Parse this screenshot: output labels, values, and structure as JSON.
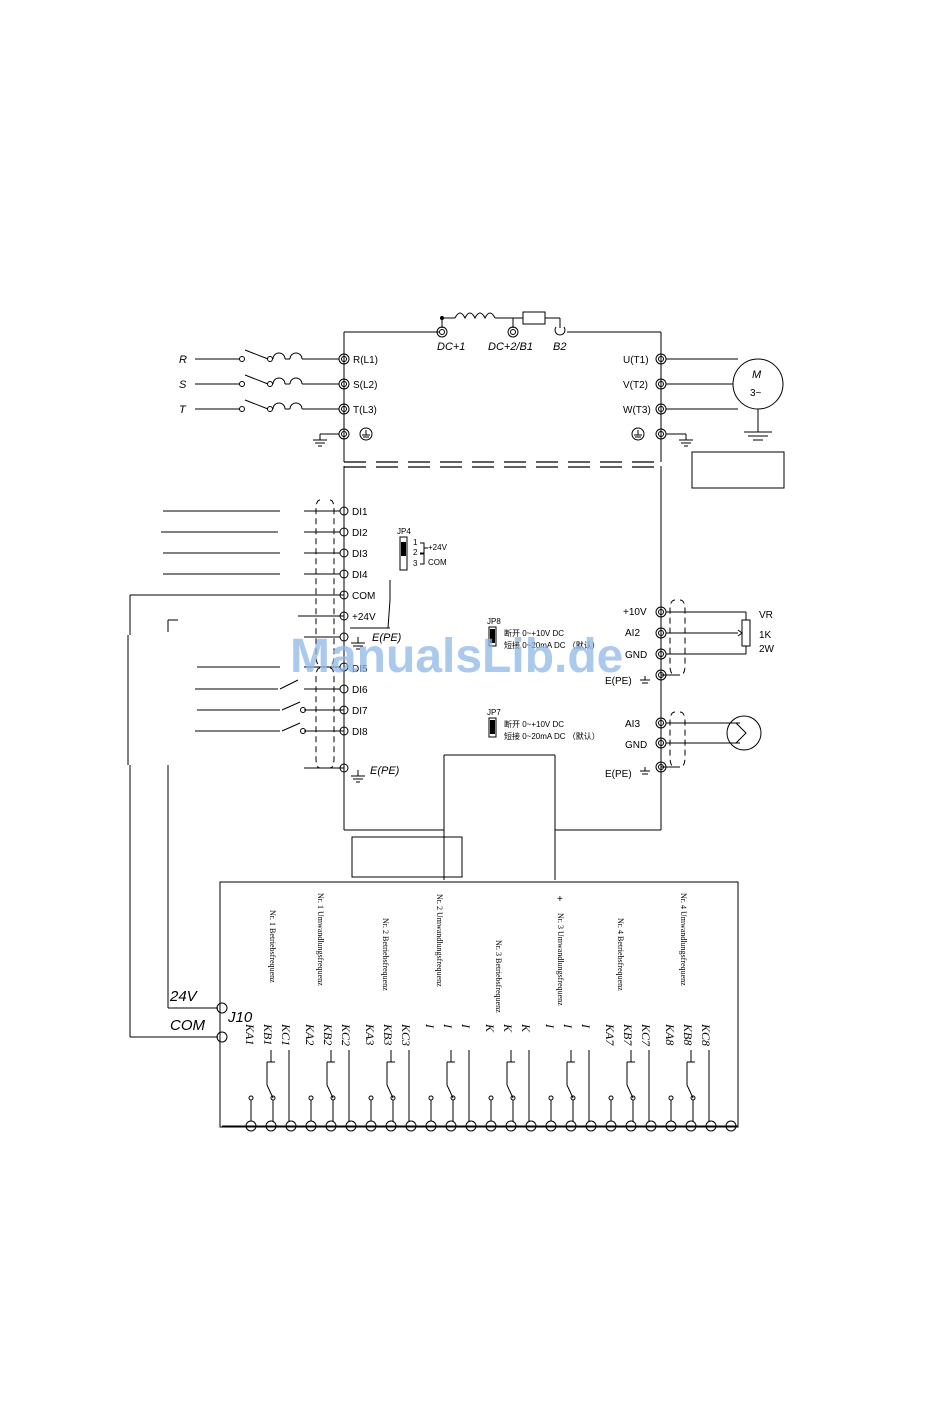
{
  "watermark": "ManualsLib.de",
  "dc_bus": {
    "dc1": "DC+1",
    "dc2": "DC+2/B1",
    "b2": "B2"
  },
  "mains": {
    "phases": [
      "R",
      "S",
      "T"
    ],
    "terminals": [
      "R(L1)",
      "S(L2)",
      "T(L3)"
    ]
  },
  "motor": {
    "terminals": [
      "U(T1)",
      "V(T2)",
      "W(T3)"
    ],
    "label_m": "M",
    "label_phase": "3~"
  },
  "digital_inputs": {
    "upper": [
      "DI1",
      "DI2",
      "DI3",
      "DI4"
    ],
    "com": "COM",
    "plus24": "+24V",
    "pe": "E(PE)",
    "lower": [
      "DI5",
      "DI6",
      "DI7",
      "DI8"
    ],
    "pe2": "E(PE)"
  },
  "jp4": {
    "label": "JP4",
    "pins": [
      "1",
      "2",
      "3"
    ],
    "v24": "+24V",
    "com": "COM"
  },
  "jp8": {
    "label": "JP8",
    "line1": "断开 0~+10V   DC",
    "line2": "短接 0~20mA  DC （默认）"
  },
  "jp7": {
    "label": "JP7",
    "line1": "断开 0~+10V   DC",
    "line2": "短接 0~20mA  DC （默认）"
  },
  "analog": {
    "plus10": "+10V",
    "ai2": "AI2",
    "gnd": "GND",
    "pe": "E(PE)",
    "vr": "VR",
    "vr_r": "1K",
    "vr_w": "2W",
    "ai3": "AI3",
    "gnd2": "GND",
    "pe2": "E(PE)"
  },
  "relay_board": {
    "v24": "24V",
    "com": "COM",
    "connector": "J10",
    "plus": "+",
    "descriptions": [
      "Nr. 1 Betriebsfrequenz",
      "Nr. 1 Umwandlungsfrequenz",
      "Nr. 2 Betriebsfrequenz",
      "Nr. 2 Umwandlungsfrequenz",
      "Nr. 3 Betriebsfrequenz",
      "Nr. 3 Umwandlungsfrequenz",
      "Nr. 4 Betriebsfrequenz",
      "Nr. 4 Umwandlungsfrequenz"
    ],
    "groups": [
      [
        "KA1",
        "KB1",
        "KC1"
      ],
      [
        "KA2",
        "KB2",
        "KC2"
      ],
      [
        "KA3",
        "KB3",
        "KC3"
      ],
      [
        "I",
        "I",
        "I"
      ],
      [
        "K",
        "K",
        "K"
      ],
      [
        "I",
        "I",
        "I"
      ],
      [
        "KA7",
        "KB7",
        "KC7"
      ],
      [
        "KA8",
        "KB8",
        "KC8"
      ]
    ]
  }
}
